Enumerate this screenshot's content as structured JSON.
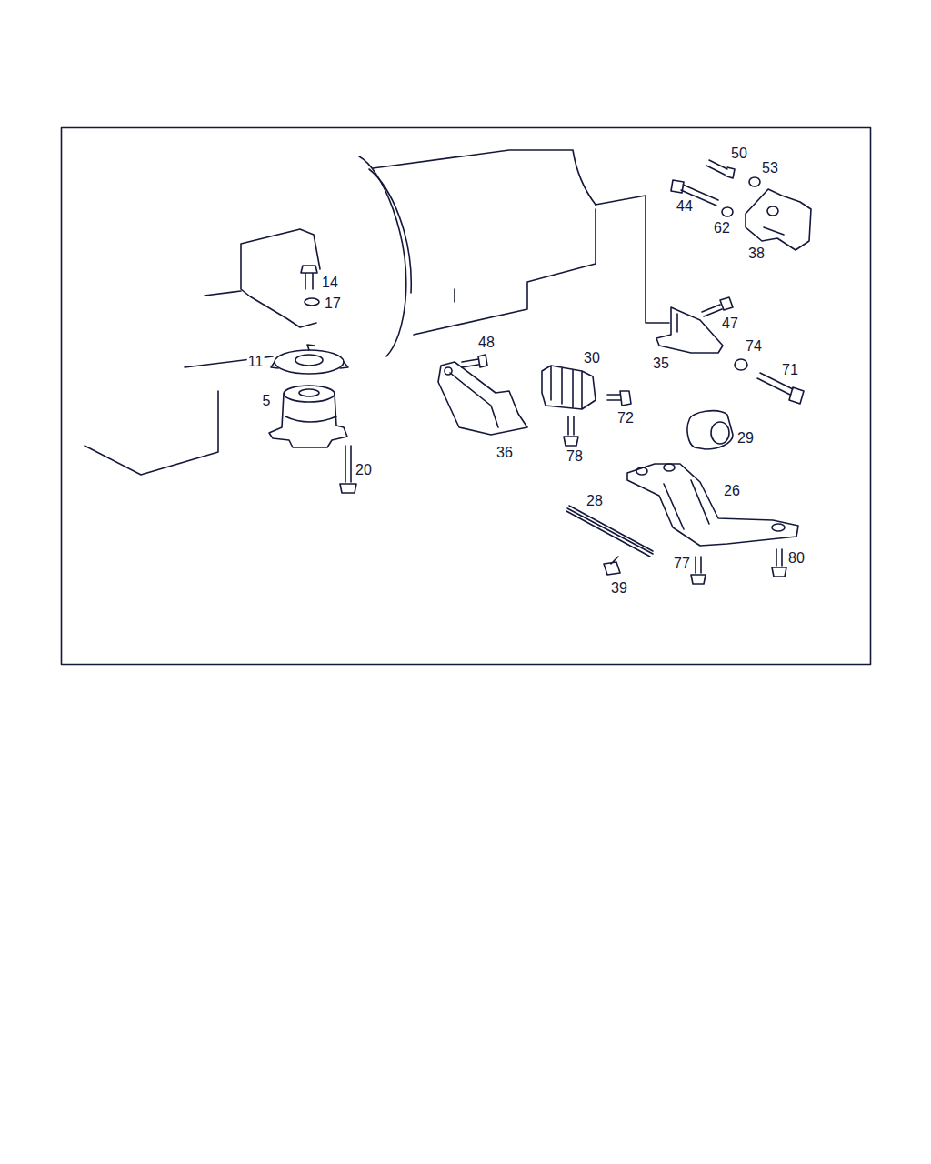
{
  "diagram": {
    "labels": [
      "50",
      "53",
      "44",
      "62",
      "38",
      "14",
      "17",
      "47",
      "48",
      "30",
      "35",
      "74",
      "71",
      "11",
      "5",
      "72",
      "29",
      "36",
      "78",
      "20",
      "28",
      "26",
      "77",
      "80",
      "39"
    ]
  }
}
